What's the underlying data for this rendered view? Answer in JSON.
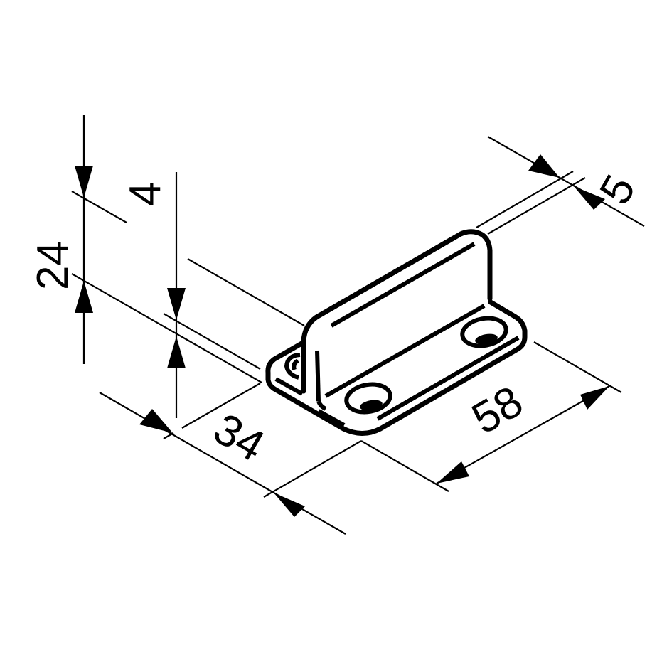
{
  "drawing": {
    "title": "Bracket / strike plate isometric dimension drawing",
    "colors": {
      "line": "#000000",
      "background": "#ffffff"
    },
    "dimensions": {
      "height": {
        "value": "24",
        "orientation": "vertical-rotated"
      },
      "plate_thickness": {
        "value": "4",
        "orientation": "vertical-rotated"
      },
      "wall_thickness": {
        "value": "5",
        "orientation": "isometric"
      },
      "depth": {
        "value": "34",
        "orientation": "isometric"
      },
      "length": {
        "value": "58",
        "orientation": "isometric"
      }
    },
    "features": {
      "mounting_holes": 3,
      "upright_flange": true
    }
  }
}
